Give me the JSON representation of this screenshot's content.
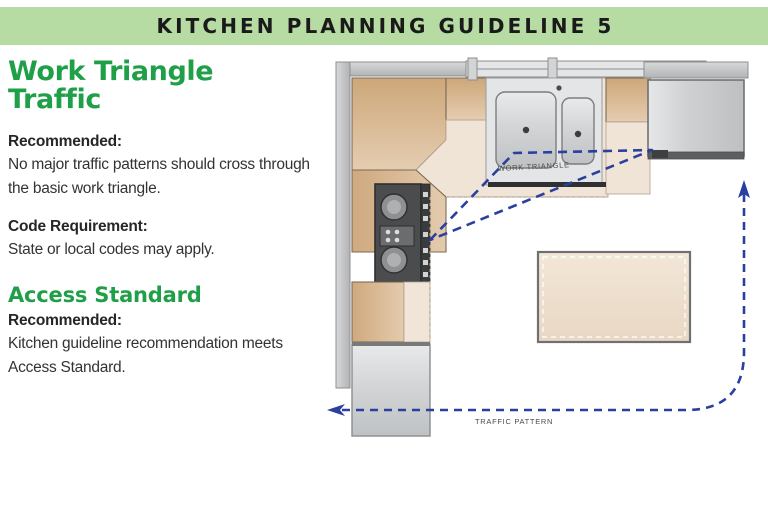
{
  "header": {
    "title": "KITCHEN PLANNING GUIDELINE 5",
    "band_color": "#b6dba3"
  },
  "colors": {
    "accent_green": "#1f9f47",
    "body_text": "#333333",
    "heading_text": "#262626",
    "diagram_blue": "#2b3f9e",
    "cabinet_tan": "#d6b693",
    "cabinet_light": "#f0e2d2",
    "counter_cream": "#efe3d4",
    "appliance_gray": "#c9cbcc",
    "wall_gray": "#c6c6c6"
  },
  "content": {
    "main_title": "Work Triangle Traffic",
    "recommended_label_1": "Recommended:",
    "recommended_text_1": "No major traffic patterns should cross through the basic work triangle.",
    "code_requirement_label": "Code Requirement:",
    "code_requirement_text": "State or local codes may apply.",
    "access_standard_title": "Access Standard",
    "recommended_label_2": "Recommended:",
    "recommended_text_2": "Kitchen guideline recommendation meets Access Standard."
  },
  "diagram": {
    "work_triangle_label": "WORK TRIANGLE",
    "traffic_pattern_label": "TRAFFIC PATTERN",
    "elements": [
      "wall-top",
      "wall-left",
      "window",
      "double-bowl-sink",
      "cooktop-range",
      "refrigerator-right",
      "refrigerator-left-wall",
      "corner-cabinet",
      "upper-cabinets",
      "base-cabinets",
      "island",
      "work-triangle-path",
      "traffic-pattern-path"
    ]
  }
}
